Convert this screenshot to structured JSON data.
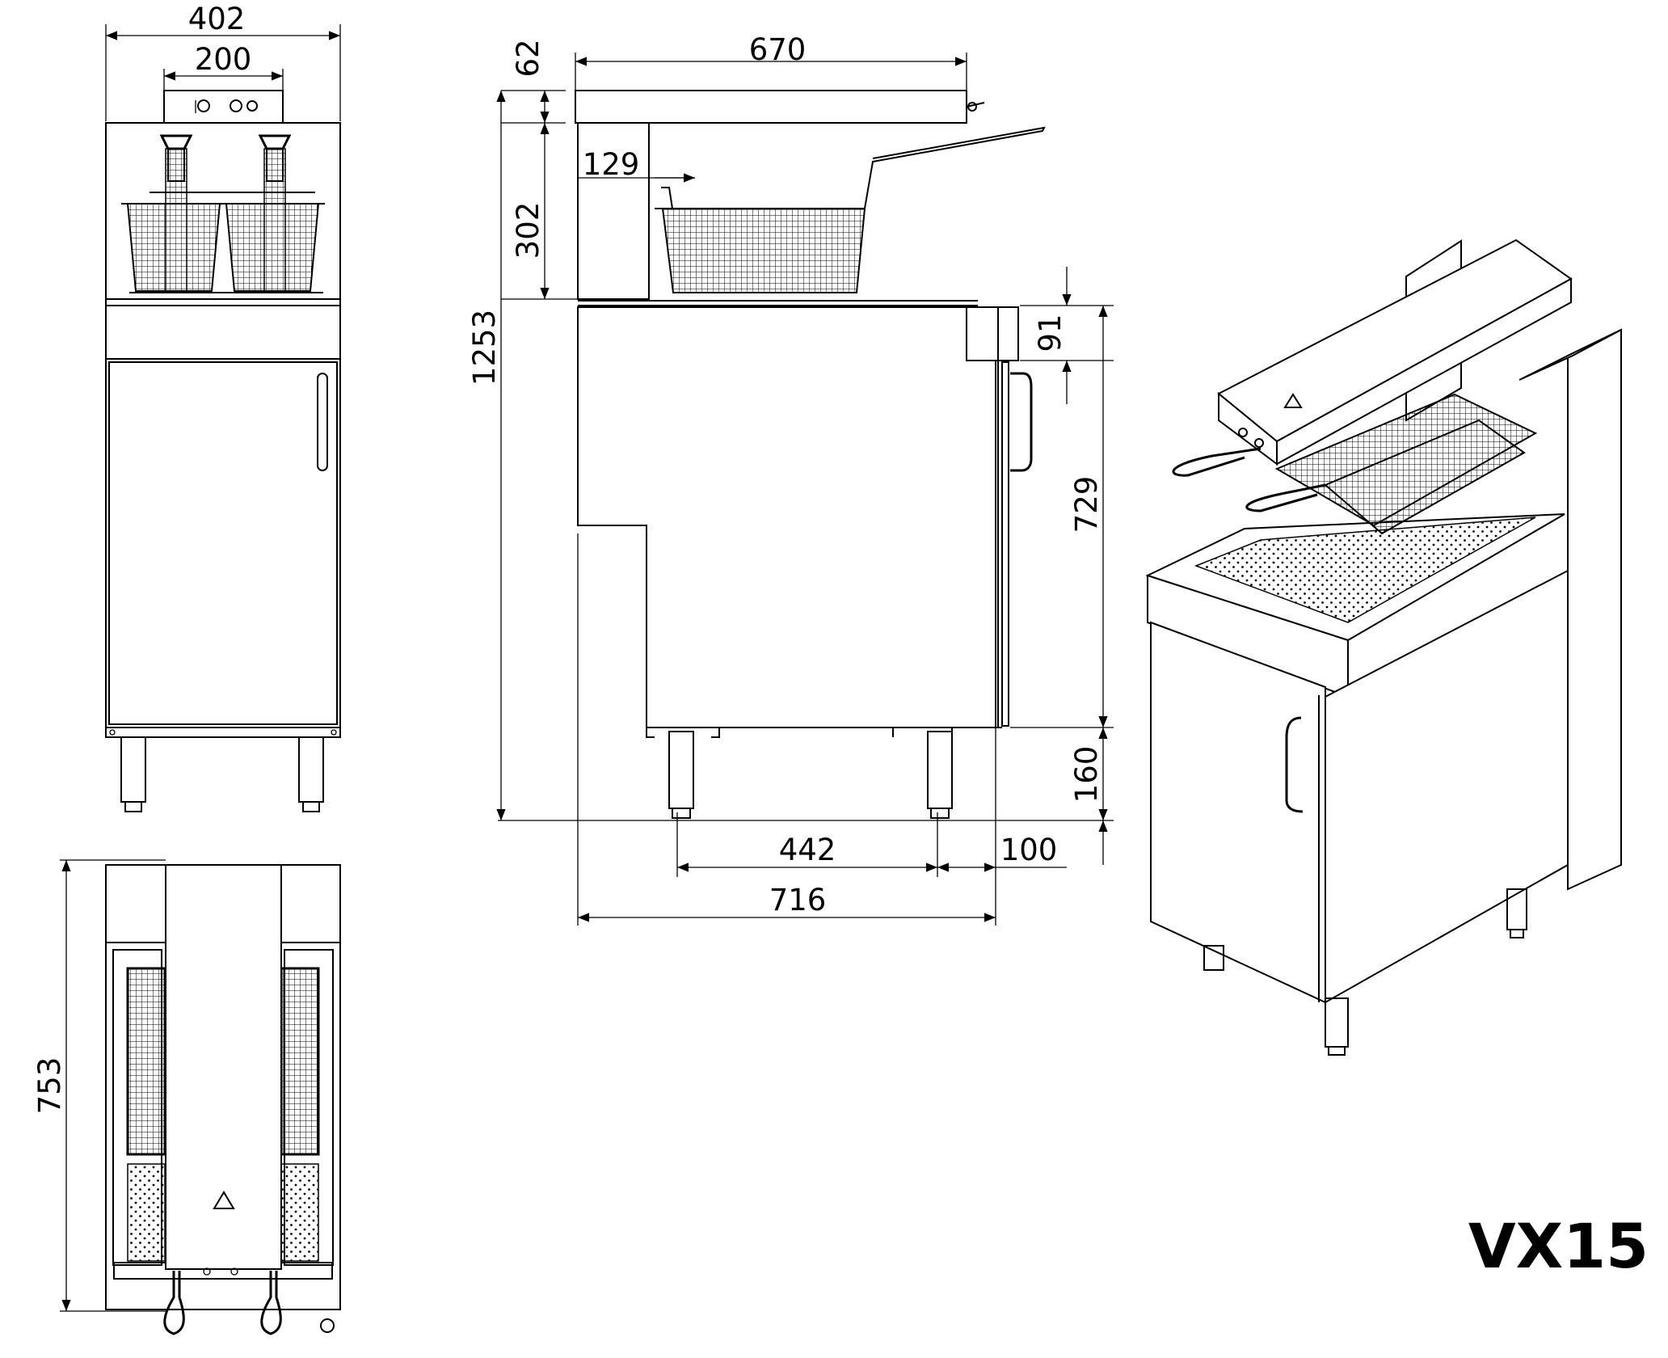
{
  "model": "VX15",
  "dimensions": {
    "front_width": "402",
    "panel_width": "200",
    "overhead_depth": "62",
    "top_length": "670",
    "basket_offset": "129",
    "upper_height": "302",
    "total_height": "1253",
    "control_box": "91",
    "cabinet_height": "729",
    "leg_height": "160",
    "leg_spacing": "442",
    "leg_offset": "100",
    "total_depth": "716",
    "plan_depth": "753"
  }
}
